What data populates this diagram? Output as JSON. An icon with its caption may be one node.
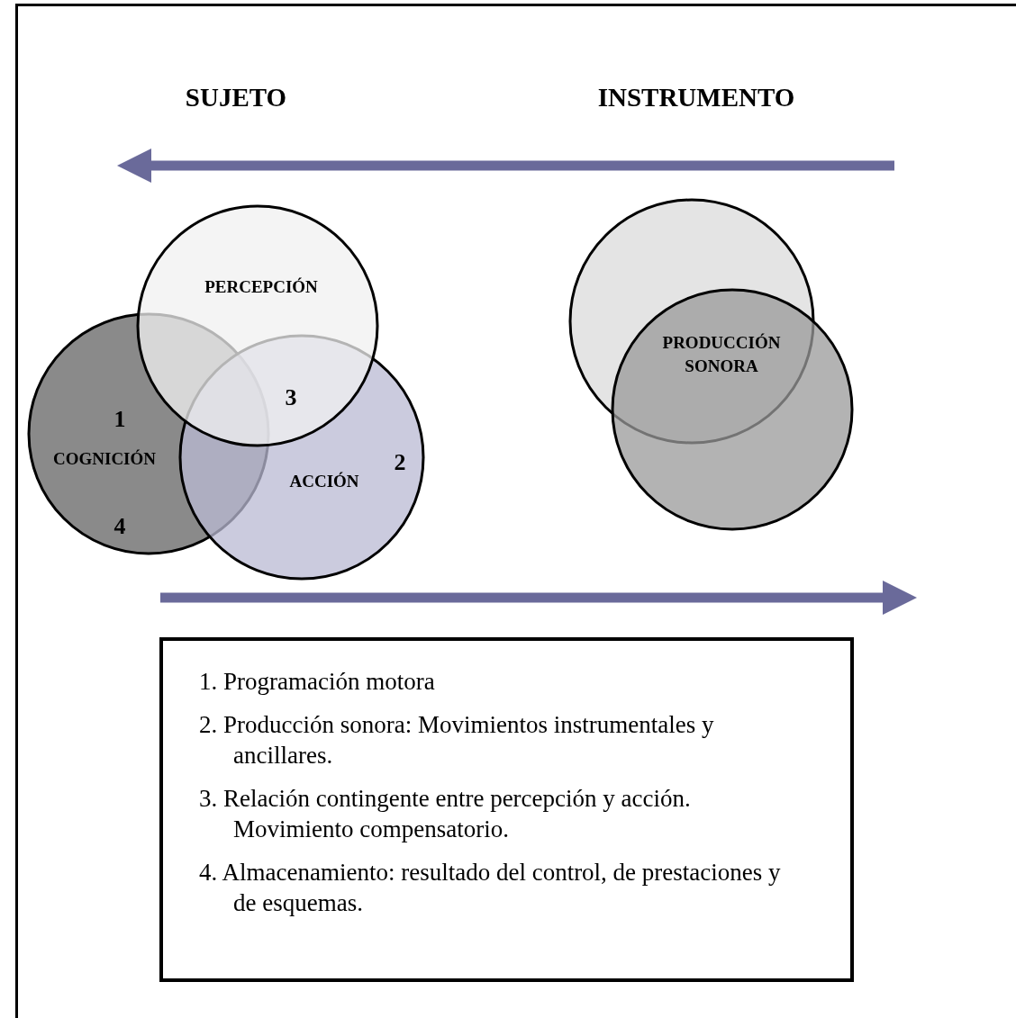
{
  "diagram": {
    "nodes": [
      {
        "text": [
          "PERCEPCIÓN"
        ]
      },
      {
        "text": [
          "COGNICIÓN"
        ]
      },
      {
        "text": [
          "ACCIÓN"
        ]
      },
      {
        "text": [],
        "shape": "circle"
      },
      {
        "text": [
          "PRODUCCIÓN SONORA"
        ]
      },
      {
        "text": [
          "1. Programación motora",
          "2. Producción sonora: Movimientos instrumentales y ancillares.",
          "3. Relación contingente entre percepción y acción. Movimiento compensatorio.",
          "4. Almacenamiento: resultado del control, de prestaciones y de esquemas."
        ]
      }
    ],
    "edges": [],
    "labels": [
      "SUJETO",
      "INSTRUMENTO",
      "3",
      "1",
      "2",
      "4"
    ]
  }
}
